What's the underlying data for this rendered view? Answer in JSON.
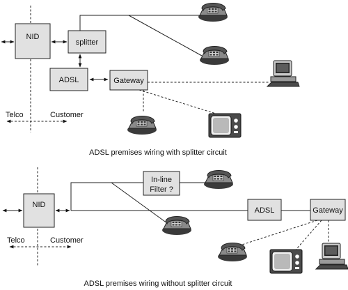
{
  "top_diagram": {
    "nid_label": "NID",
    "splitter_label": "splitter",
    "adsl_label": "ADSL",
    "gateway_label": "Gateway",
    "telco_label": "Telco",
    "customer_label": "Customer",
    "caption": "ADSL premises wiring with splitter circuit"
  },
  "bottom_diagram": {
    "nid_label": "NID",
    "filter_label_line1": "In-line",
    "filter_label_line2": "Filter ?",
    "adsl_label": "ADSL",
    "gateway_label": "Gateway",
    "telco_label": "Telco",
    "customer_label": "Customer",
    "caption": "ADSL premises wiring without splitter circuit"
  },
  "icons": [
    "telephone-icon",
    "computer-icon",
    "television-icon",
    "double-arrow-icon"
  ]
}
